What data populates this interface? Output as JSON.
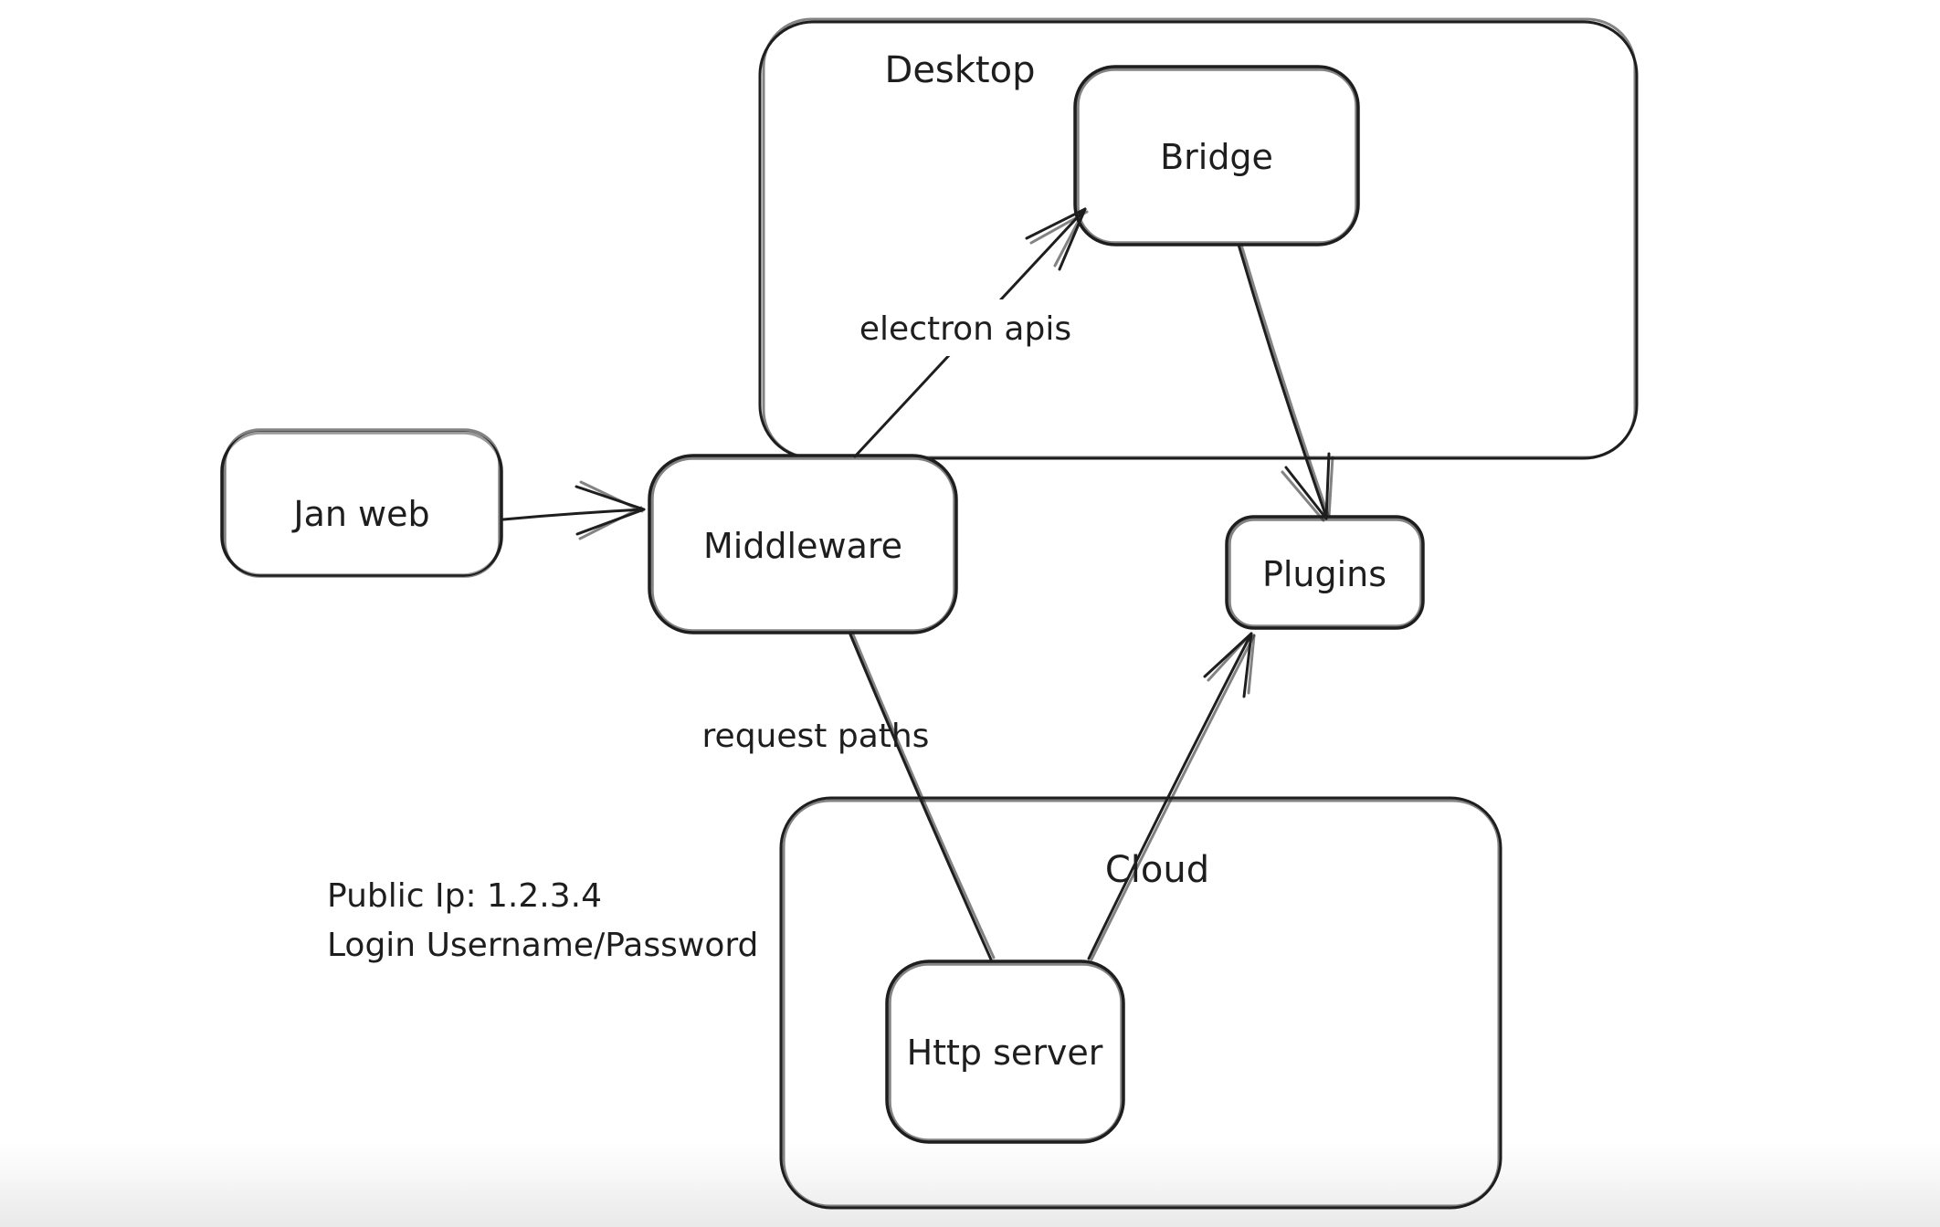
{
  "canvas": {
    "background": "#ffffff",
    "stroke_color": "#1e1e1e",
    "text_color": "#1e1e1e",
    "bottom_fade_color": "#ebebeb"
  },
  "containers": {
    "desktop": {
      "label": "Desktop"
    },
    "cloud": {
      "label": "Cloud"
    }
  },
  "nodes": {
    "jan_web": {
      "label": "Jan web"
    },
    "middleware": {
      "label": "Middleware"
    },
    "bridge": {
      "label": "Bridge"
    },
    "plugins": {
      "label": "Plugins"
    },
    "http_server": {
      "label": "Http server"
    }
  },
  "edges": {
    "middleware_to_bridge": {
      "label": "electron apis"
    },
    "middleware_to_http_server": {
      "label": "request paths"
    },
    "jan_web_to_middleware": {
      "label": ""
    },
    "bridge_to_plugins": {
      "label": ""
    },
    "http_server_to_plugins": {
      "label": ""
    }
  },
  "annotations": {
    "public_ip": "Public Ip: 1.2.3.4",
    "login": "Login Username/Password"
  }
}
